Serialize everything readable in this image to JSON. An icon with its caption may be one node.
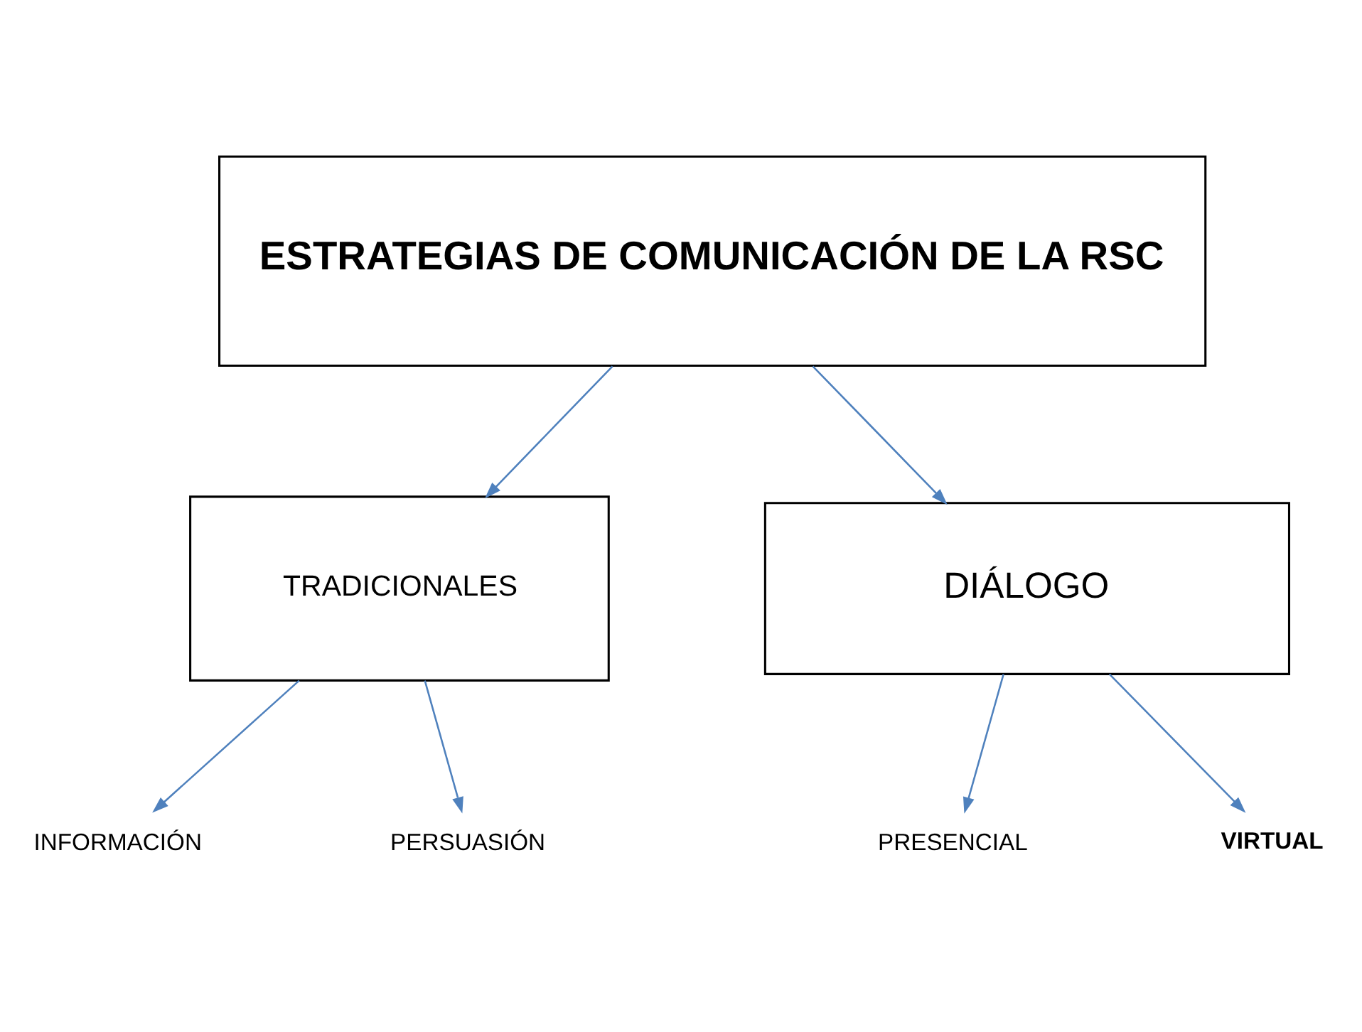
{
  "diagram": {
    "nodes": [
      {
        "text": [
          "ESTRATEGIAS DE COMUNICACIÓN DE LA RSC"
        ]
      },
      {
        "text": [
          "TRADICIONALES"
        ]
      },
      {
        "text": [
          "DIÁLOGO"
        ]
      },
      {
        "text": [
          "INFORMACIÓN"
        ]
      },
      {
        "text": [
          "PERSUASIÓN"
        ]
      },
      {
        "text": [
          "PRESENCIAL"
        ]
      },
      {
        "text": [
          "VIRTUAL"
        ]
      }
    ],
    "edges": [
      {
        "from": 0,
        "to": 1,
        "arrow": "to"
      },
      {
        "from": 0,
        "to": 2,
        "arrow": "to"
      },
      {
        "from": 1,
        "to": 3,
        "arrow": "to"
      },
      {
        "from": 1,
        "to": 4,
        "arrow": "to"
      },
      {
        "from": 2,
        "to": 5,
        "arrow": "to"
      },
      {
        "from": 2,
        "to": 6,
        "arrow": "to"
      }
    ]
  }
}
